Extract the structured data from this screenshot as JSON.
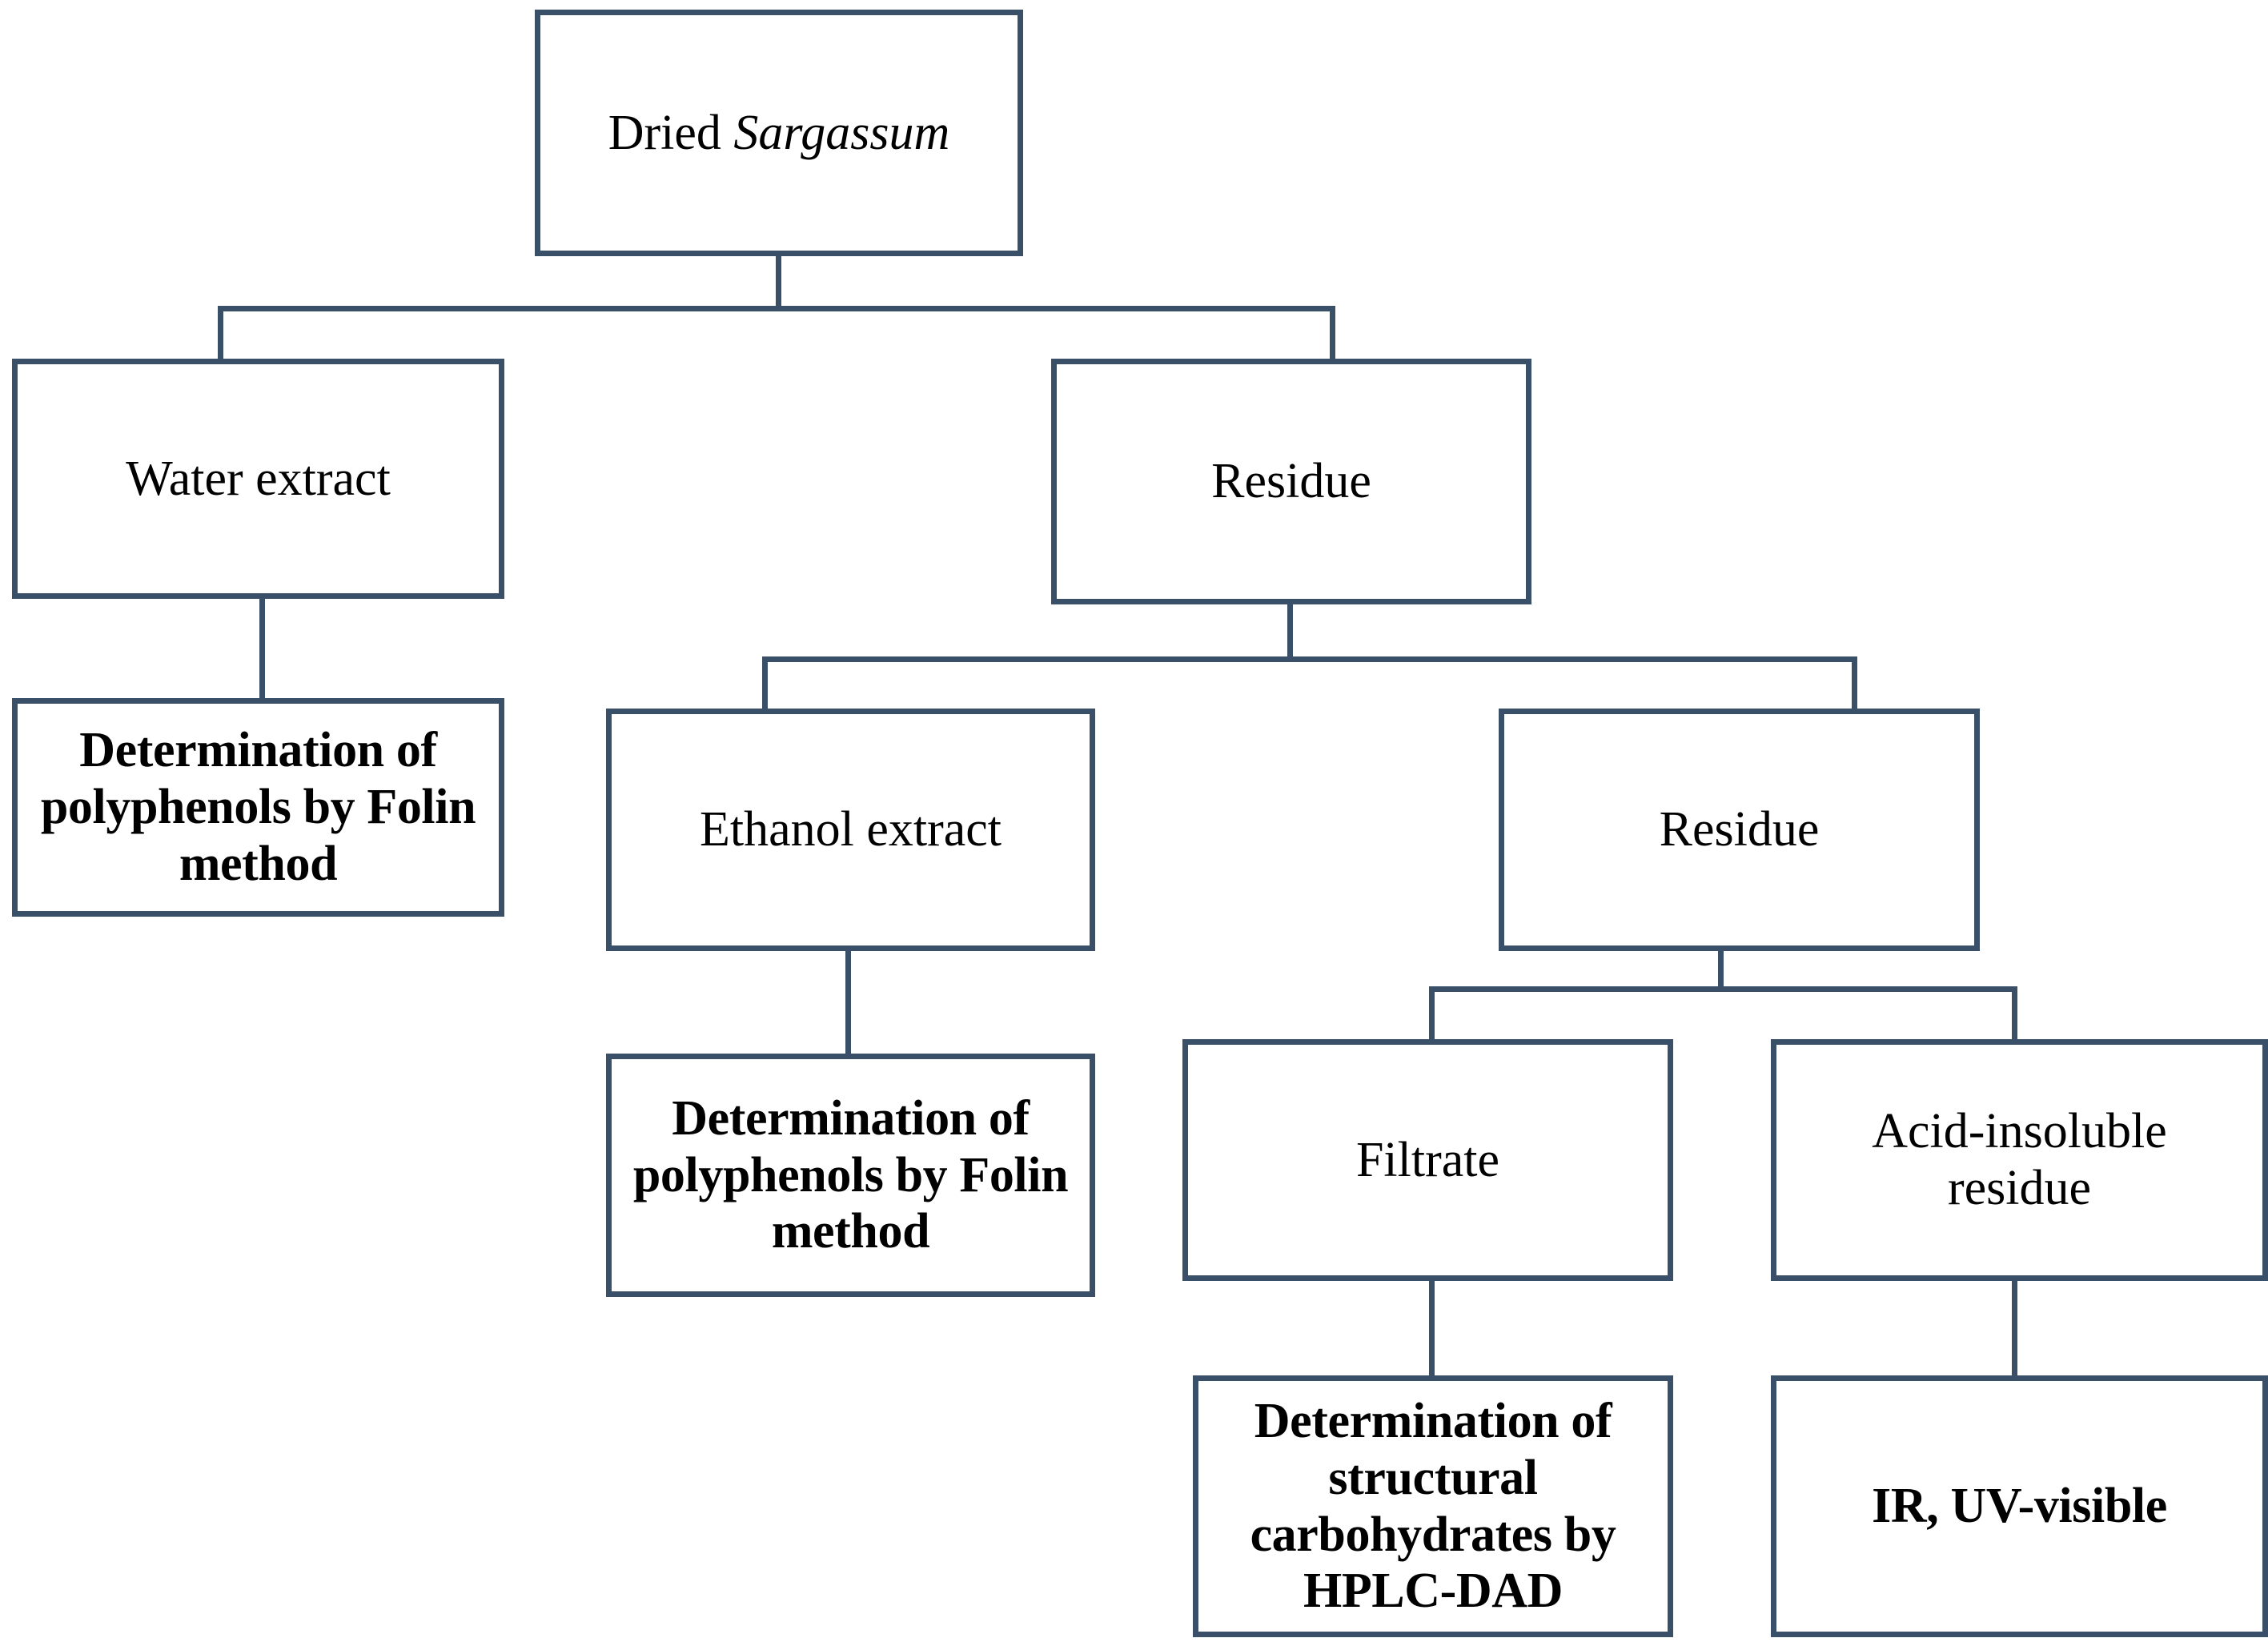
{
  "diagram": {
    "title": "Sargassum extraction and analysis flowchart",
    "accent_color": "#3a5068",
    "background_color": "#ffffff",
    "text_color": "#000000",
    "nodes": {
      "root": {
        "text_prefix": "Dried ",
        "text_italic": "Sargassum"
      },
      "water_extract": {
        "label": "Water extract"
      },
      "residue_1": {
        "label": "Residue"
      },
      "folin_left": {
        "label": "Determination of\npolyphenols by Folin\nmethod"
      },
      "ethanol_extract": {
        "label": "Ethanol extract"
      },
      "residue_2": {
        "label": "Residue"
      },
      "folin_mid": {
        "label": "Determination of\npolyphenols by Folin\nmethod"
      },
      "filtrate": {
        "label": "Filtrate"
      },
      "acid_insoluble_residue": {
        "label": "Acid-insoluble\nresidue"
      },
      "hplc": {
        "label": "Determination of\nstructural\ncarbohydrates by\nHPLC-DAD"
      },
      "ir_uv": {
        "label": "IR, UV-visible"
      }
    }
  }
}
